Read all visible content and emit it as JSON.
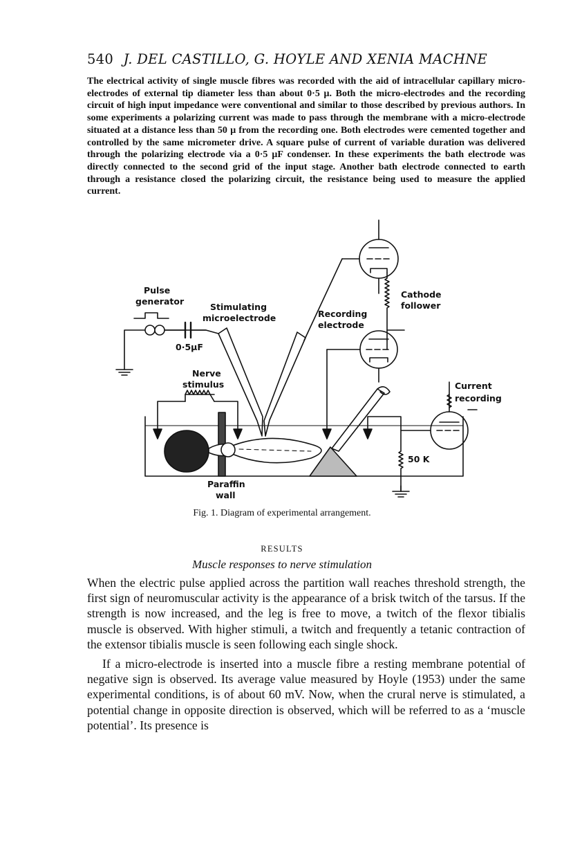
{
  "header": {
    "page_number": "540",
    "authors": "J. DEL CASTILLO, G. HOYLE AND XENIA MACHNE"
  },
  "intro_paragraph": "The electrical activity of single muscle fibres was recorded with the aid of intracellular capillary micro-electrodes of external tip diameter less than about 0·5 μ. Both the micro-electrodes and the recording circuit of high input impedance were conventional and similar to those described by previous authors. In some experiments a polarizing current was made to pass through the membrane with a micro-electrode situated at a distance less than 50 μ from the recording one. Both electrodes were cemented together and controlled by the same micrometer drive. A square pulse of current of variable duration was delivered through the polarizing electrode via a 0·5 μF condenser. In these experiments the bath electrode was directly connected to the second grid of the input stage. Another bath electrode connected to earth through a resistance closed the polarizing circuit, the resistance being used to measure the applied current.",
  "figure": {
    "labels": {
      "pulse_generator_1": "Pulse",
      "pulse_generator_2": "generator",
      "capacitor": "0·5μF",
      "stimulating_1": "Stimulating",
      "stimulating_2": "microelectrode",
      "recording_1": "Recording",
      "recording_2": "electrode",
      "cathode_1": "Cathode",
      "cathode_2": "follower",
      "nerve_1": "Nerve",
      "nerve_2": "stimulus",
      "current_1": "Current",
      "current_2": "recording",
      "resistor": "50 K",
      "paraffin_1": "Paraffin",
      "paraffin_2": "wall"
    },
    "caption": "Fig. 1. Diagram of experimental arrangement."
  },
  "section": {
    "heading": "RESULTS",
    "subheading": "Muscle responses to nerve stimulation"
  },
  "body_paragraphs": [
    "When the electric pulse applied across the partition wall reaches threshold strength, the first sign of neuromuscular activity is the appearance of a brisk twitch of the tarsus. If the strength is now increased, and the leg is free to move, a twitch of the flexor tibialis muscle is observed. With higher stimuli, a twitch and frequently a tetanic contraction of the extensor tibialis muscle is seen following each single shock.",
    "If a micro-electrode is inserted into a muscle fibre a resting membrane potential of negative sign is observed. Its average value measured by Hoyle (1953) under the same experimental conditions, is of about 60 mV. Now, when the crural nerve is stimulated, a potential change in opposite direction is observed, which will be referred to as a ‘muscle potential’. Its presence is"
  ]
}
